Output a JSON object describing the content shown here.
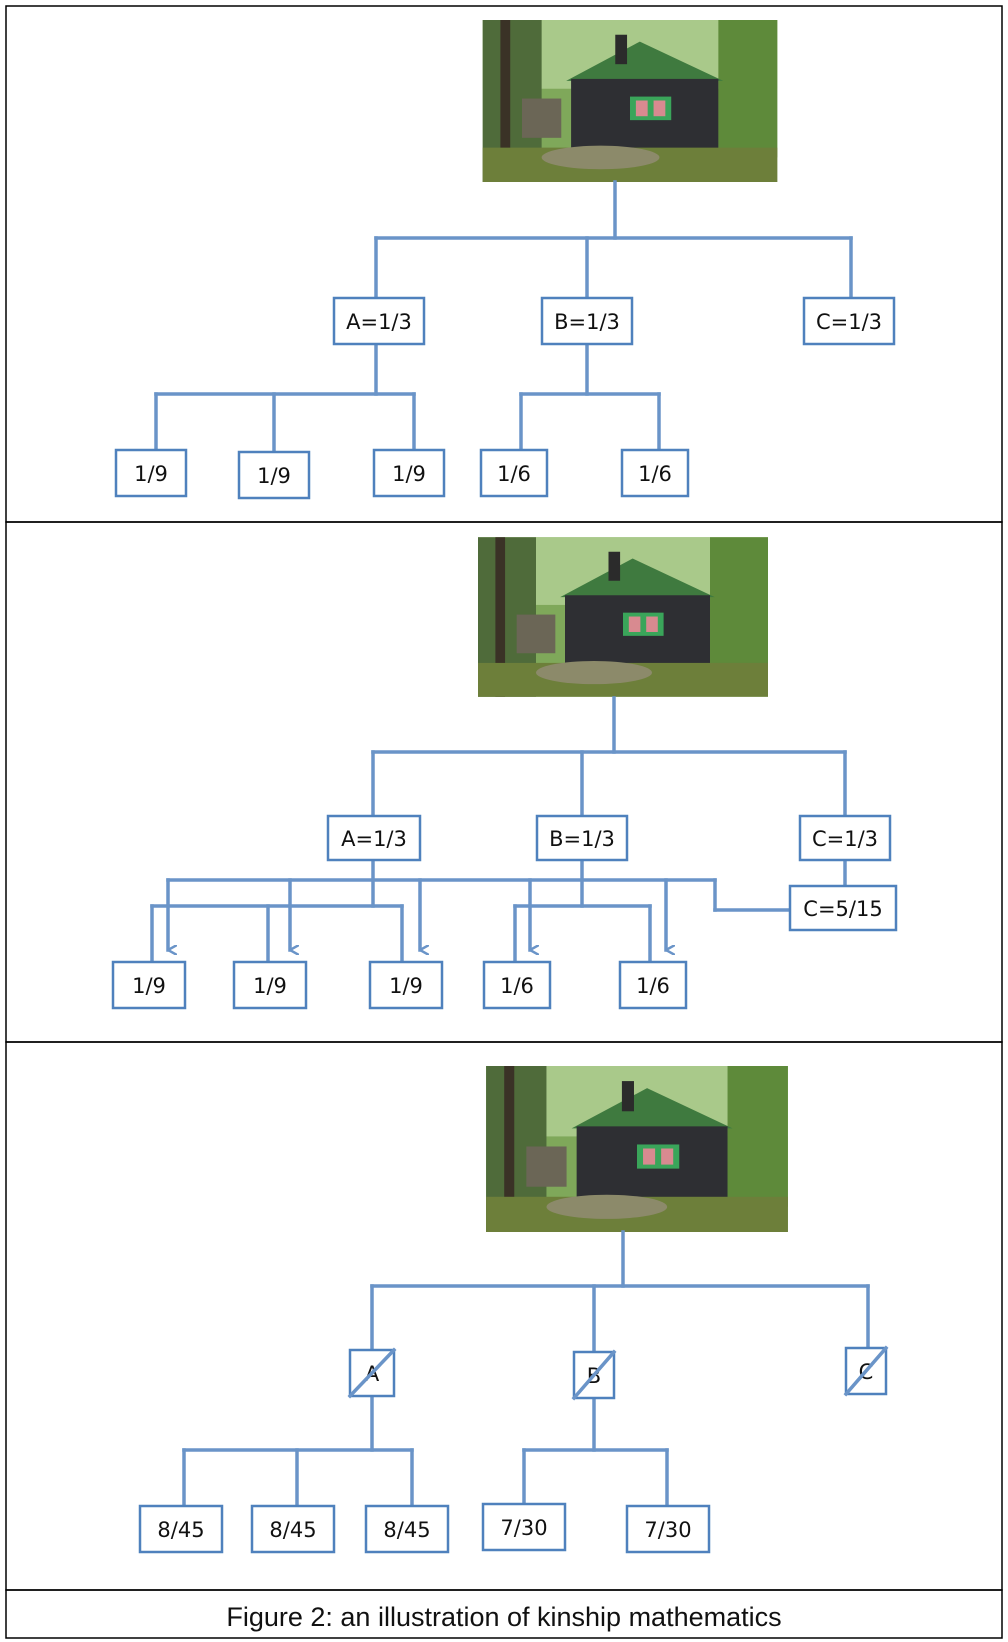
{
  "caption": "Figure 2: an illustration of kinship mathematics",
  "panel1": {
    "parents": [
      "A=1/3",
      "B=1/3",
      "C=1/3"
    ],
    "children_a": [
      "1/9",
      "1/9",
      "1/9"
    ],
    "children_b": [
      "1/6",
      "1/6"
    ]
  },
  "panel2": {
    "parents": [
      "A=1/3",
      "B=1/3",
      "C=1/3"
    ],
    "c_share": "C=5/15",
    "children_a": [
      "1/9",
      "1/9",
      "1/9"
    ],
    "children_b": [
      "1/6",
      "1/6"
    ]
  },
  "panel3": {
    "parents": [
      "A",
      "B",
      "C"
    ],
    "children_a": [
      "8/45",
      "8/45",
      "8/45"
    ],
    "children_b": [
      "7/30",
      "7/30"
    ]
  },
  "colors": {
    "connector": "#6a94c8",
    "box_border": "#4f81bd"
  },
  "image": "cabin-photo"
}
